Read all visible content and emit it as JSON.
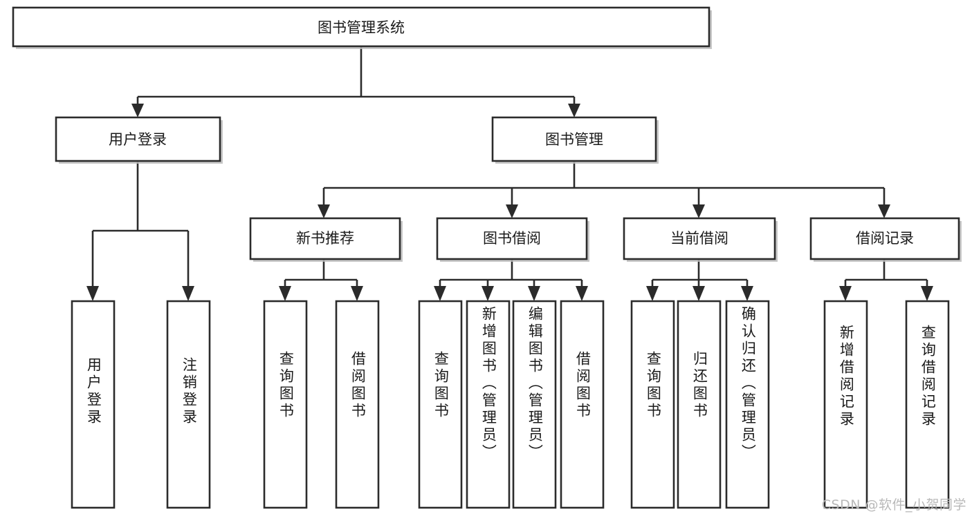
{
  "diagram": {
    "title": "图书管理系统",
    "type": "tree-hierarchy",
    "colors": {
      "box_stroke": "#2b2b2b",
      "box_fill": "#ffffff",
      "connector": "#2b2b2b",
      "text": "#1a1a1a",
      "watermark": "#b9b9b9",
      "background": "#ffffff"
    },
    "root": {
      "label": "图书管理系统",
      "orientation": "horizontal"
    },
    "level2": [
      {
        "label": "用户登录",
        "orientation": "horizontal"
      },
      {
        "label": "图书管理",
        "orientation": "horizontal"
      }
    ],
    "level3": [
      {
        "label": "新书推荐",
        "orientation": "horizontal"
      },
      {
        "label": "图书借阅",
        "orientation": "horizontal"
      },
      {
        "label": "当前借阅",
        "orientation": "horizontal"
      },
      {
        "label": "借阅记录",
        "orientation": "horizontal"
      }
    ],
    "leaves": {
      "user_login": [
        {
          "label": "用户登录",
          "orientation": "vertical"
        },
        {
          "label": "注销登录",
          "orientation": "vertical"
        }
      ],
      "new_book_recommend": [
        {
          "label": "查询图书",
          "orientation": "vertical"
        },
        {
          "label": "借阅图书",
          "orientation": "vertical"
        }
      ],
      "book_borrow": [
        {
          "label": "查询图书",
          "orientation": "vertical"
        },
        {
          "label": "新增图书（管理员）",
          "orientation": "vertical"
        },
        {
          "label": "编辑图书（管理员）",
          "orientation": "vertical"
        },
        {
          "label": "借阅图书",
          "orientation": "vertical"
        }
      ],
      "current_borrow": [
        {
          "label": "查询图书",
          "orientation": "vertical"
        },
        {
          "label": "归还图书",
          "orientation": "vertical"
        },
        {
          "label": "确认归还（管理员）",
          "orientation": "vertical"
        }
      ],
      "borrow_record": [
        {
          "label": "新增借阅记录",
          "orientation": "vertical"
        },
        {
          "label": "查询借阅记录",
          "orientation": "vertical"
        }
      ]
    },
    "watermark": "CSDN @软件_小贺同学"
  }
}
